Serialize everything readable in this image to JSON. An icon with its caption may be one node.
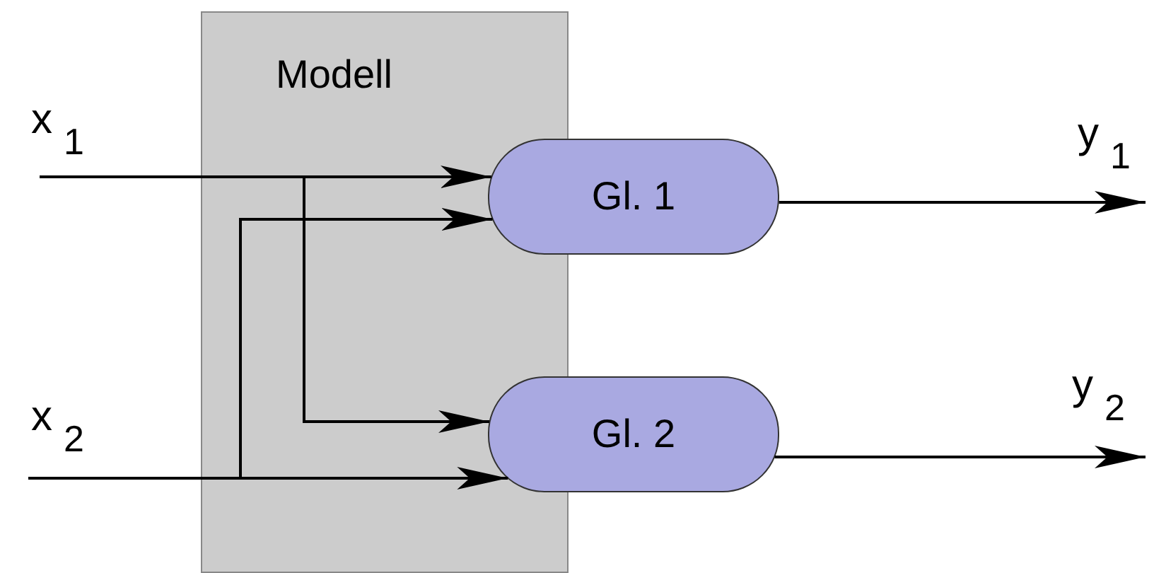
{
  "diagram": {
    "nodes": [
      {
        "text": [
          "Modell"
        ]
      },
      {
        "text": [
          "Gl. 1"
        ]
      },
      {
        "text": [
          "Gl. 2"
        ]
      }
    ],
    "edges": [
      {
        "from": null,
        "to": 1,
        "arrow": "to"
      },
      {
        "from": null,
        "to": 2,
        "arrow": "to"
      },
      {
        "from": null,
        "to": 1,
        "arrow": "to"
      },
      {
        "from": null,
        "to": 2,
        "arrow": "to"
      },
      {
        "from": 1,
        "to": null,
        "arrow": "to"
      },
      {
        "from": 2,
        "to": null,
        "arrow": "to"
      }
    ],
    "labels": [
      "x$_{1}$",
      "y$_{1}$",
      "x$_{2}$",
      "y$_{2}$"
    ]
  }
}
